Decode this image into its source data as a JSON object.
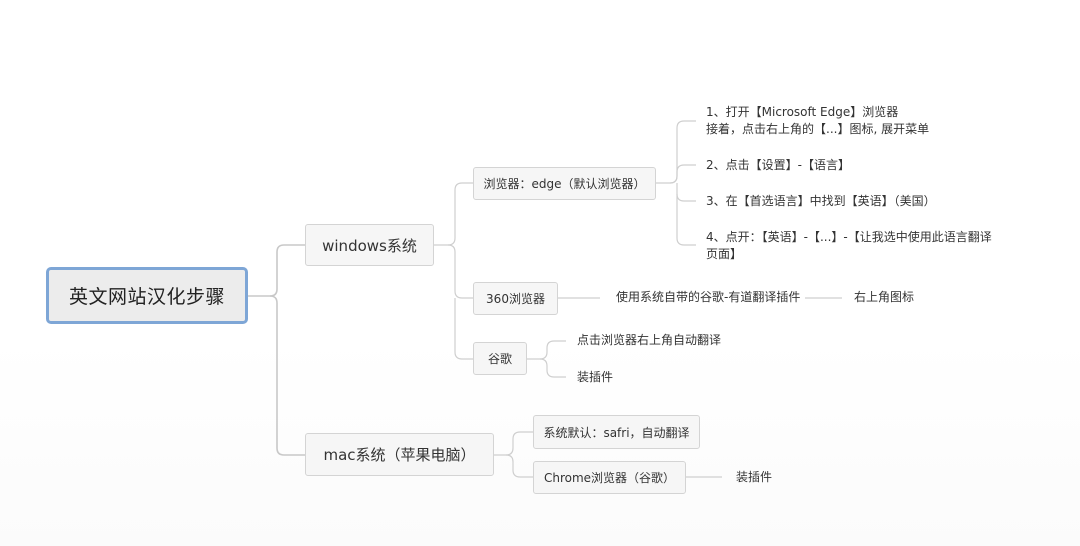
{
  "root": {
    "label": "英文网站汉化步骤"
  },
  "windows": {
    "label": "windows系统",
    "edge": {
      "label": "浏览器：edge（默认浏览器）",
      "steps": [
        [
          "1、打开【Microsoft Edge】浏览器",
          "接着，点击右上角的【...】图标, 展开菜单"
        ],
        [
          "2、点击【设置】-【语言】"
        ],
        [
          "3、在【首选语言】中找到【英语】（美国）"
        ],
        [
          "4、点开：【英语】-【...】-【让我选中使用此语言翻译",
          "页面】"
        ]
      ]
    },
    "b360": {
      "label": "360浏览器",
      "step": "使用系统自带的谷歌-有道翻译插件",
      "step2": "右上角图标"
    },
    "google": {
      "label": "谷歌",
      "steps": [
        "点击浏览器右上角自动翻译",
        "装插件"
      ]
    }
  },
  "mac": {
    "label": "mac系统（苹果电脑）",
    "default": {
      "label": "系统默认：safri，自动翻译"
    },
    "chrome": {
      "label": "Chrome浏览器（谷歌）",
      "step": "装插件"
    }
  },
  "colors": {
    "line": "#c8c8c8",
    "root_border": "#7ea6d6",
    "node_bg": "#f6f6f6"
  }
}
